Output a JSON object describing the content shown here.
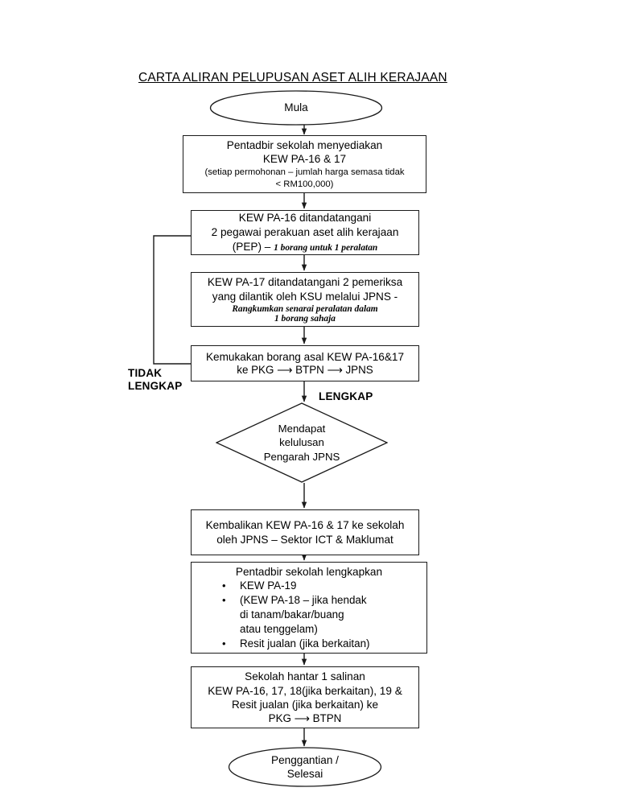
{
  "document": {
    "title": "CARTA ALIRAN PELUPUSAN ASET ALIH KERAJAAN",
    "type": "flowchart"
  },
  "nodes": {
    "start": {
      "shape": "ellipse",
      "label": "Mula"
    },
    "step1": {
      "shape": "process",
      "line1": "Pentadbir sekolah menyediakan",
      "line2": "KEW PA-16 & 17",
      "line3": "(setiap permohonan – jumlah harga semasa tidak",
      "line4": "< RM100,000)"
    },
    "step2": {
      "shape": "process",
      "line1": "KEW PA-16 ditandatangani",
      "line2": "2 pegawai perakuan aset alih kerajaan",
      "line3_prefix": "(PEP) – ",
      "line3_italic": "1 borang untuk 1 peralatan"
    },
    "step3": {
      "shape": "process",
      "line1": "KEW PA-17 ditandatangani 2 pemeriksa",
      "line2": "yang dilantik oleh KSU melalui JPNS -",
      "line3_italic": "Rangkumkan senarai peralatan dalam",
      "line4_italic": "1 borang sahaja"
    },
    "step4": {
      "shape": "process",
      "line1": "Kemukakan borang asal KEW PA-16&17",
      "line2_a": "ke PKG",
      "line2_arrow1": "⟶",
      "line2_b": "BTPN",
      "line2_arrow2": "⟶",
      "line2_c": "JPNS"
    },
    "decision": {
      "shape": "decision",
      "line1": "Mendapat",
      "line2": "kelulusan",
      "line3": "Pengarah JPNS"
    },
    "step5": {
      "shape": "process",
      "line1": "Kembalikan KEW PA-16 & 17 ke sekolah",
      "line2": "oleh JPNS – Sektor ICT & Maklumat"
    },
    "step6": {
      "shape": "process",
      "heading": "Pentadbir sekolah lengkapkan",
      "bullets": [
        "KEW PA-19",
        "(KEW PA-18 – jika hendak\ndi tanam/bakar/buang\natau tenggelam)",
        "Resit jualan (jika berkaitan)"
      ]
    },
    "step7": {
      "shape": "process",
      "line1": "Sekolah hantar 1 salinan",
      "line2": "KEW PA-16, 17, 18(jika berkaitan), 19 &",
      "line3": "Resit jualan (jika berkaitan) ke",
      "line4_a": "PKG",
      "line4_arrow": "⟶",
      "line4_b": "BTPN"
    },
    "end": {
      "shape": "ellipse",
      "line1": "Penggantian /",
      "line2": "Selesai"
    }
  },
  "edge_labels": {
    "tidak_lengkap": "TIDAK\nLENGKAP",
    "lengkap": "LENGKAP"
  },
  "colors": {
    "stroke": "#1a1a1a",
    "text": "#000000",
    "background": "#ffffff"
  }
}
